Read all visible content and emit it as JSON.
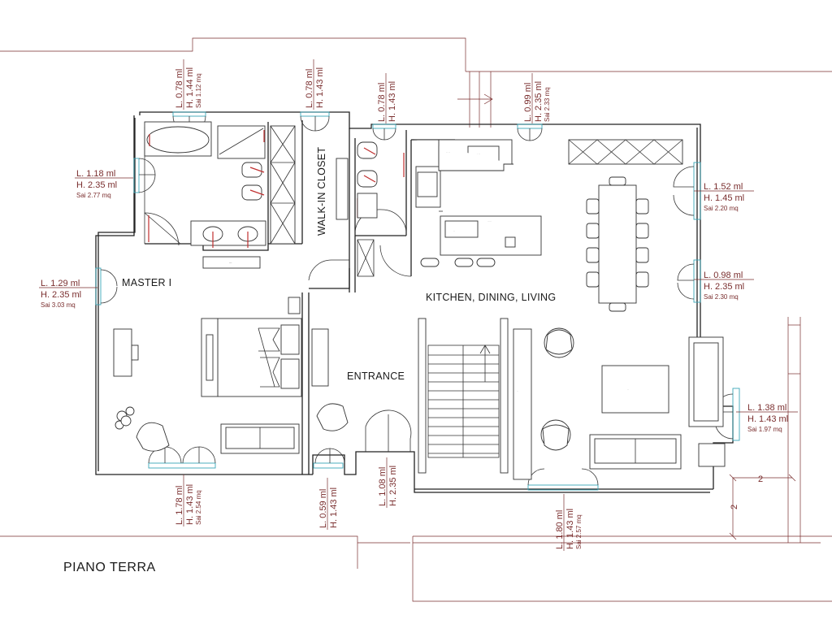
{
  "plan": {
    "title": "PIANO TERRA",
    "rooms": {
      "master": "MASTER I",
      "walkin": "WALK-IN CLOSET",
      "kitchen": "KITCHEN, DINING, LIVING",
      "entrance": "ENTRANCE"
    },
    "openings": [
      {
        "id": "w-bath-top",
        "l": "L. 0.78 ml",
        "h": "H. 1.44 ml",
        "s": "Sai 1.12 mq"
      },
      {
        "id": "w-closet-top",
        "l": "L. 0.78 ml",
        "h": "H. 1.43 ml"
      },
      {
        "id": "w-wc-top",
        "l": "L. 0.78 ml",
        "h": "H. 1.43 ml"
      },
      {
        "id": "w-kitchen-top",
        "l": "L. 0.99 ml",
        "h": "H. 2.35 ml",
        "s": "Sai 2.33 mq"
      },
      {
        "id": "w-bath-left",
        "l": "L. 1.18 ml",
        "h": "H. 2.35 ml",
        "s": "Sai 2.77 mq"
      },
      {
        "id": "w-master-left",
        "l": "L. 1.29 ml",
        "h": "H. 2.35 ml",
        "s": "Sai 3.03 mq"
      },
      {
        "id": "w-right-1",
        "l": "L. 1.52 ml",
        "h": "H. 1.45 ml",
        "s": "Sai 2.20 mq"
      },
      {
        "id": "w-right-2",
        "l": "L. 0.98 ml",
        "h": "H. 2.35 ml",
        "s": "Sai 2.30 mq"
      },
      {
        "id": "w-right-3",
        "l": "L. 1.38 ml",
        "h": "H. 1.43 ml",
        "s": "Sai 1.97 mq"
      },
      {
        "id": "w-master-bottom",
        "l": "L. 1.78 ml",
        "h": "H. 1.43 ml",
        "s": "Sai 2.54 mq"
      },
      {
        "id": "w-entrance-bottom",
        "l": "L. 0.59 ml",
        "h": "H. 1.43 ml"
      },
      {
        "id": "door-entrance",
        "l": "L. 1.08 ml",
        "h": "H. 2.35 ml"
      },
      {
        "id": "w-living-bottom",
        "l": "L. 1.80 ml",
        "h": "H. 1.43 ml",
        "s": "Sai 2.57 mq"
      }
    ],
    "site_dims": {
      "horizontal": "2",
      "vertical": "2"
    }
  },
  "colors": {
    "wall": "#222222",
    "dimension": "#7a2e2e",
    "window": "#3aa7b8",
    "door_mark": "#c03030"
  }
}
